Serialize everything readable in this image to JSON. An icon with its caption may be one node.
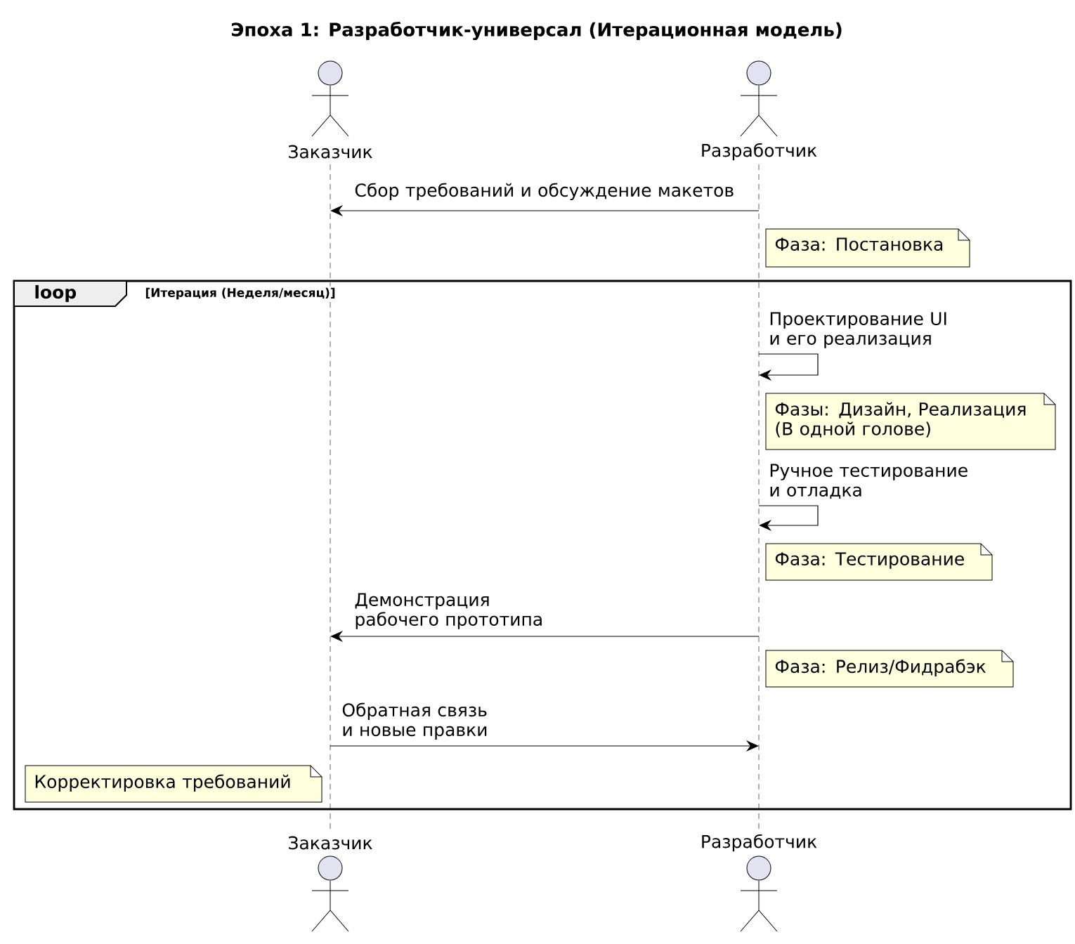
{
  "diagram": {
    "title": "Эпоха 1: Разработчик-универсал (Итерационная модель)",
    "nodes": [
      {
        "text": [
          "Заказчик"
        ]
      },
      {
        "text": [
          "Разработчик"
        ]
      },
      {
        "text": [
          "Фаза: Постановка"
        ]
      },
      {
        "text": [
          "loop",
          "[Итерация (Неделя/месяц)]"
        ]
      },
      {
        "text": [
          "Фазы: Дизайн, Реализация (В одной голове)"
        ],
        "in": 3
      },
      {
        "text": [
          "Фаза: Тестирование"
        ],
        "in": 3
      },
      {
        "text": [
          "Фаза: Релиз/Фидрабэк"
        ],
        "in": 3
      },
      {
        "text": [
          "Корректировка требований"
        ],
        "in": 3
      },
      {
        "text": [
          "Заказчик"
        ]
      },
      {
        "text": [
          "Разработчик"
        ]
      }
    ],
    "edges": [
      {
        "from": 1,
        "to": 0,
        "arrow": "to",
        "label": "Сбор требований и обсуждение макетов"
      },
      {
        "from": 1,
        "to": 1,
        "arrow": "to",
        "label": "Проектирование UI и его реализация"
      },
      {
        "from": 1,
        "to": 1,
        "arrow": "to",
        "label": "Ручное тестирование и отладка"
      },
      {
        "from": 1,
        "to": 0,
        "arrow": "to",
        "label": "Демонстрация рабочего прототипа"
      },
      {
        "from": 0,
        "to": 1,
        "arrow": "to",
        "label": "Обратная связь и новые правки"
      }
    ]
  }
}
